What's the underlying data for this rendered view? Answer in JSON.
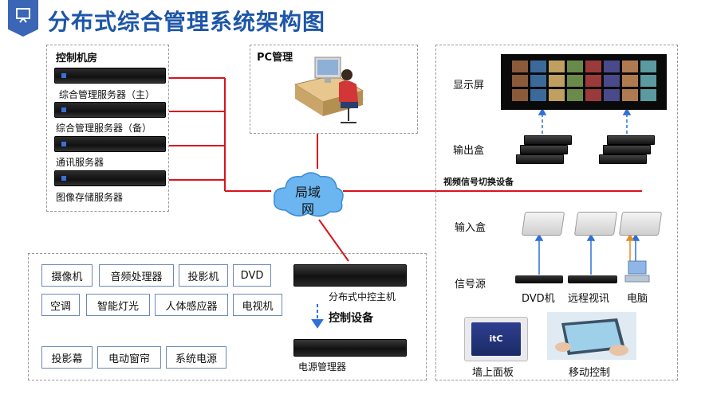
{
  "title": "分布式综合管理系统架构图",
  "control_room": {
    "heading": "控制机房",
    "servers": [
      "综合管理服务器（主）",
      "综合管理服务器（备）",
      "通讯服务器",
      "图像存储服务器"
    ]
  },
  "pc_panel": {
    "heading": "PC管理"
  },
  "cloud": {
    "line1": "局域",
    "line2": "网"
  },
  "devices": {
    "items": [
      "摄像机",
      "音频处理器",
      "投影机",
      "DVD",
      "空调",
      "智能灯光",
      "人体感应器",
      "电视机",
      "投影幕",
      "电动窗帘",
      "系统电源"
    ],
    "host_label": "分布式中控主机",
    "control_label": "控制设备",
    "power_label": "电源管理器"
  },
  "video": {
    "display_label": "显示屏",
    "output_label": "输出盒",
    "switch_label": "视频信号切换设备",
    "input_label": "输入盒",
    "source_label": "信号源",
    "sources": [
      "DVD机",
      "远程视讯",
      "电脑"
    ],
    "wall_panel_label": "墙上面板",
    "mobile_label": "移动控制",
    "panel_screen_text": "itC"
  },
  "colors": {
    "accent": "#1d56a8",
    "line_red": "#d9141c",
    "arrow_blue": "#2f6fd6"
  }
}
